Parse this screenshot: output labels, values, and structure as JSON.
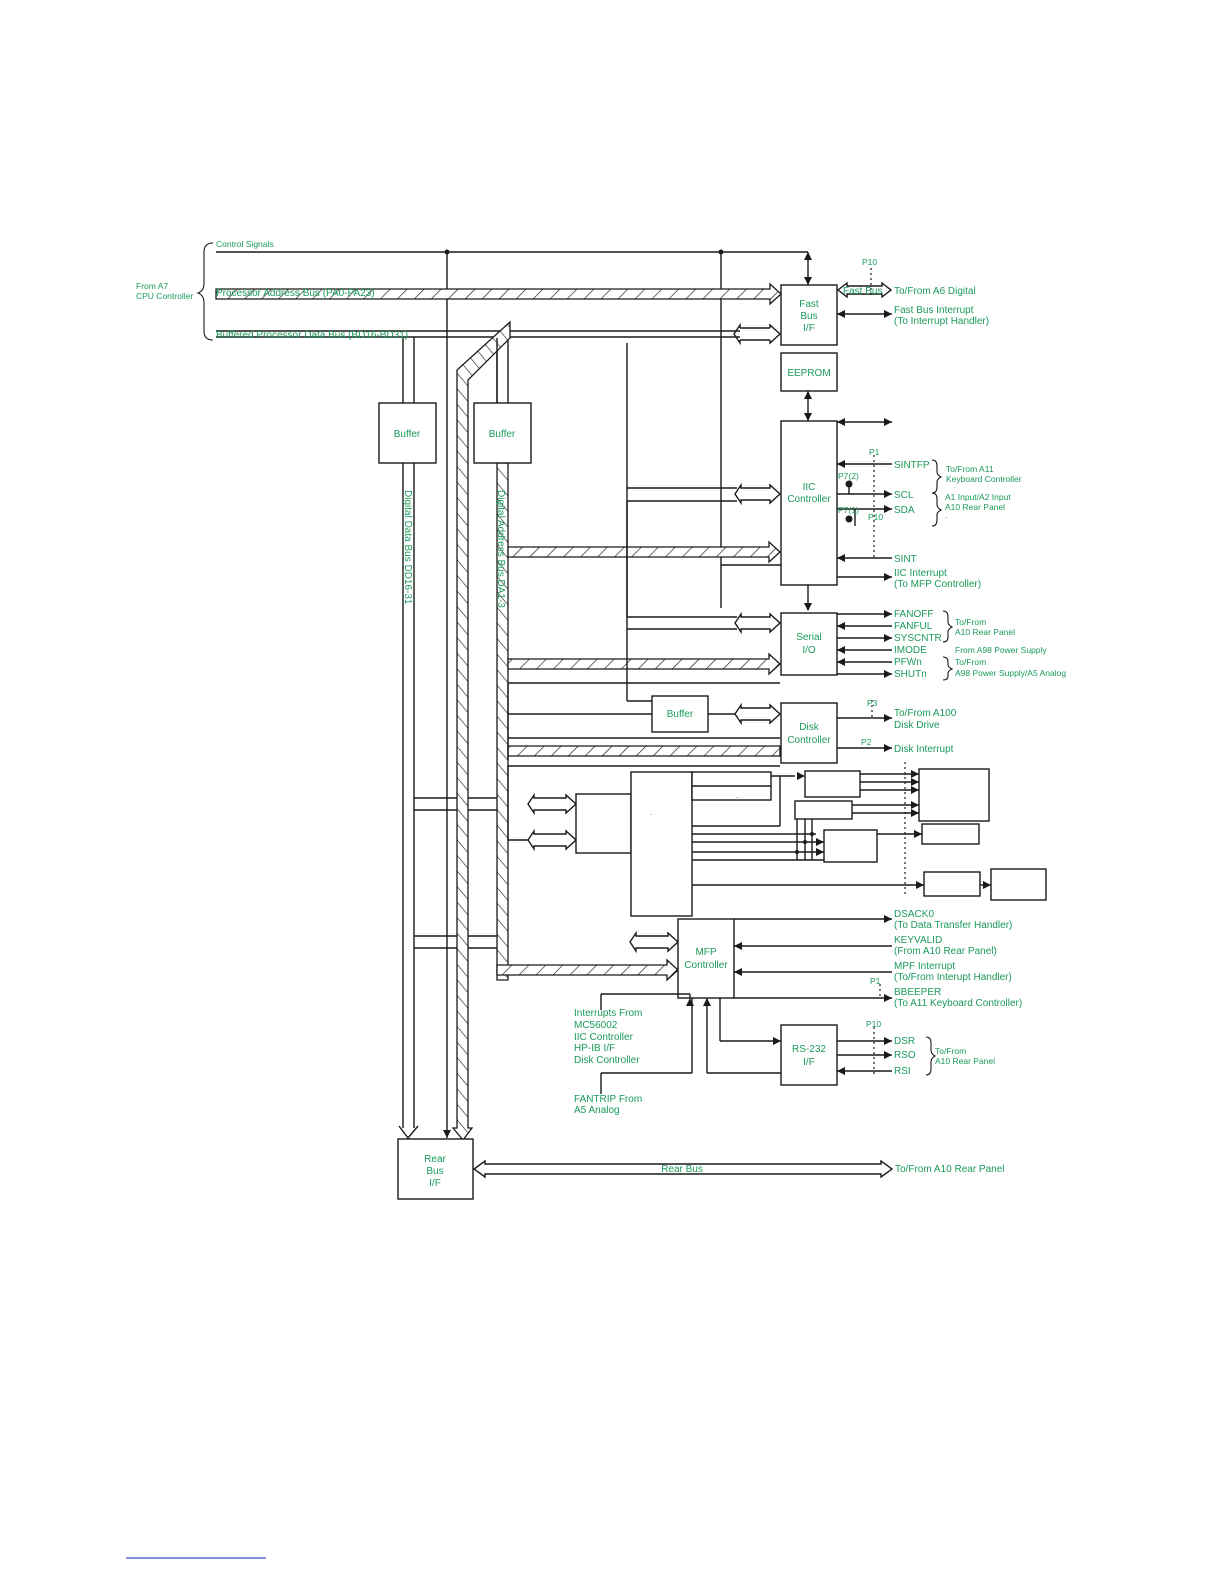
{
  "labels": {
    "control_signals": "Control Signals",
    "from_a7_line1": "From A7",
    "from_a7_line2": "CPU Controller",
    "processor_address_bus": "Processor Address Bus (PA0-PA23)",
    "buffered_data_bus": "Buffered Processor Data Bus (BD16-BD31)",
    "digital_data_bus": "Digital Data Bus DD16-31",
    "digital_address_bus": "Digital Address Bus DA1-3",
    "buffer_left": "Buffer",
    "buffer_mid": "Buffer",
    "buffer_disk": "Buffer",
    "fast_bus_if_1": "Fast",
    "fast_bus_if_2": "Bus",
    "fast_bus_if_3": "I/F",
    "eeprom": "EEPROM",
    "iic_controller_1": "IIC",
    "iic_controller_2": "Controller",
    "serial_io_1": "Serial",
    "serial_io_2": "I/O",
    "disk_controller_1": "Disk",
    "disk_controller_2": "Controller",
    "mfp_controller_1": "MFP",
    "mfp_controller_2": "Controller",
    "rs232_1": "RS-232",
    "rs232_2": "I/F",
    "rear_bus_if_1": "Rear",
    "rear_bus_if_2": "Bus",
    "rear_bus_if_3": "I/F",
    "p10_top": "P10",
    "fast_bus": "Fast Bus",
    "to_from_a6": "To/From A6 Digital",
    "fast_bus_interrupt_1": "Fast Bus Interrupt",
    "fast_bus_interrupt_2": "(To Interrupt Handler)",
    "p1_iic": "P1",
    "p7_2": "P7(2)",
    "p7_1": "P7(1)",
    "p10_iic": "P10",
    "sintfp": "SINTFP",
    "scl": "SCL",
    "sda": "SDA",
    "sint": "SINT",
    "a11_kb_1": "To/From A11",
    "a11_kb_2": "Keyboard Controller",
    "a1_input_1": "A1 Input/A2 Input",
    "a1_input_2": "A10 Rear Panel",
    "a1_input_3": ".",
    "iic_interrupt_1": "IIC Interrupt",
    "iic_interrupt_2": "(To MFP Controller)",
    "fanoff": "FANOFF",
    "fanful": "FANFUL",
    "syscntr": "SYSCNTR",
    "imode": "IMODE",
    "pfwn": "PFWn",
    "shutn": "SHUTn",
    "to_from_a10_1": "To/From",
    "to_from_a10_2": "A10 Rear Panel",
    "from_a98": "From A98 Power Supply",
    "to_from_a98_1": "To/From",
    "to_from_a98_2": "A98 Power Supply/A5 Analog",
    "p3": "P3",
    "p2": "P2",
    "to_from_a100_1": "To/From A100",
    "to_from_a100_2": "Disk Drive",
    "disk_interrupt": "Disk Interrupt",
    "dot_a": ".",
    "dot_b": ".",
    "dsack0_1": "DSACK0",
    "dsack0_2": "(To Data Transfer Handler)",
    "keyvalid_1": "KEYVALID",
    "keyvalid_2": "(From A10 Rear Panel)",
    "mpf_interrupt_1": "MPF Interrupt",
    "mpf_interrupt_2": "(To/From Interupt Handler)",
    "p1_mfp": "P1",
    "bbeeper_1": "BBEEPER",
    "bbeeper_2": "(To A11 Keyboard Controller)",
    "interrupts_from": "Interrupts From",
    "mc56002": "MC56002",
    "iic_ctrl": "IIC Controller",
    "hpib": "HP-IB I/F",
    "disk_ctrl": "Disk Controller",
    "fantrip_1": "FANTRIP From",
    "fantrip_2": "A5 Analog",
    "p10_rs": "P10",
    "dsr": "DSR",
    "rso": "RSO",
    "rsi": "RSI",
    "rs_to_from_1": "To/From",
    "rs_to_from_2": "A10 Rear Panel",
    "rear_bus": "Rear Bus",
    "to_from_a10_rear": "To/From A10 Rear Panel"
  }
}
